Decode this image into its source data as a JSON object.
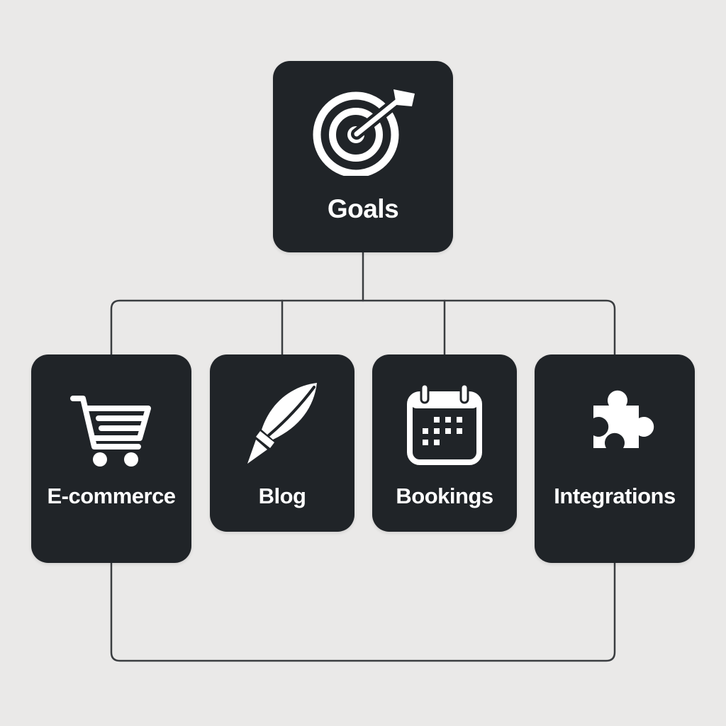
{
  "diagram": {
    "root": {
      "label": "Goals",
      "icon": "target-with-arrow-icon"
    },
    "children": [
      {
        "label": "E-commerce",
        "icon": "shopping-cart-icon"
      },
      {
        "label": "Blog",
        "icon": "quill-pen-icon"
      },
      {
        "label": "Bookings",
        "icon": "calendar-icon"
      },
      {
        "label": "Integrations",
        "icon": "puzzle-piece-icon"
      }
    ],
    "colors": {
      "background": "#eae9e8",
      "node_fill": "#202428",
      "node_text": "#ffffff",
      "connector": "#3a3d40"
    }
  }
}
